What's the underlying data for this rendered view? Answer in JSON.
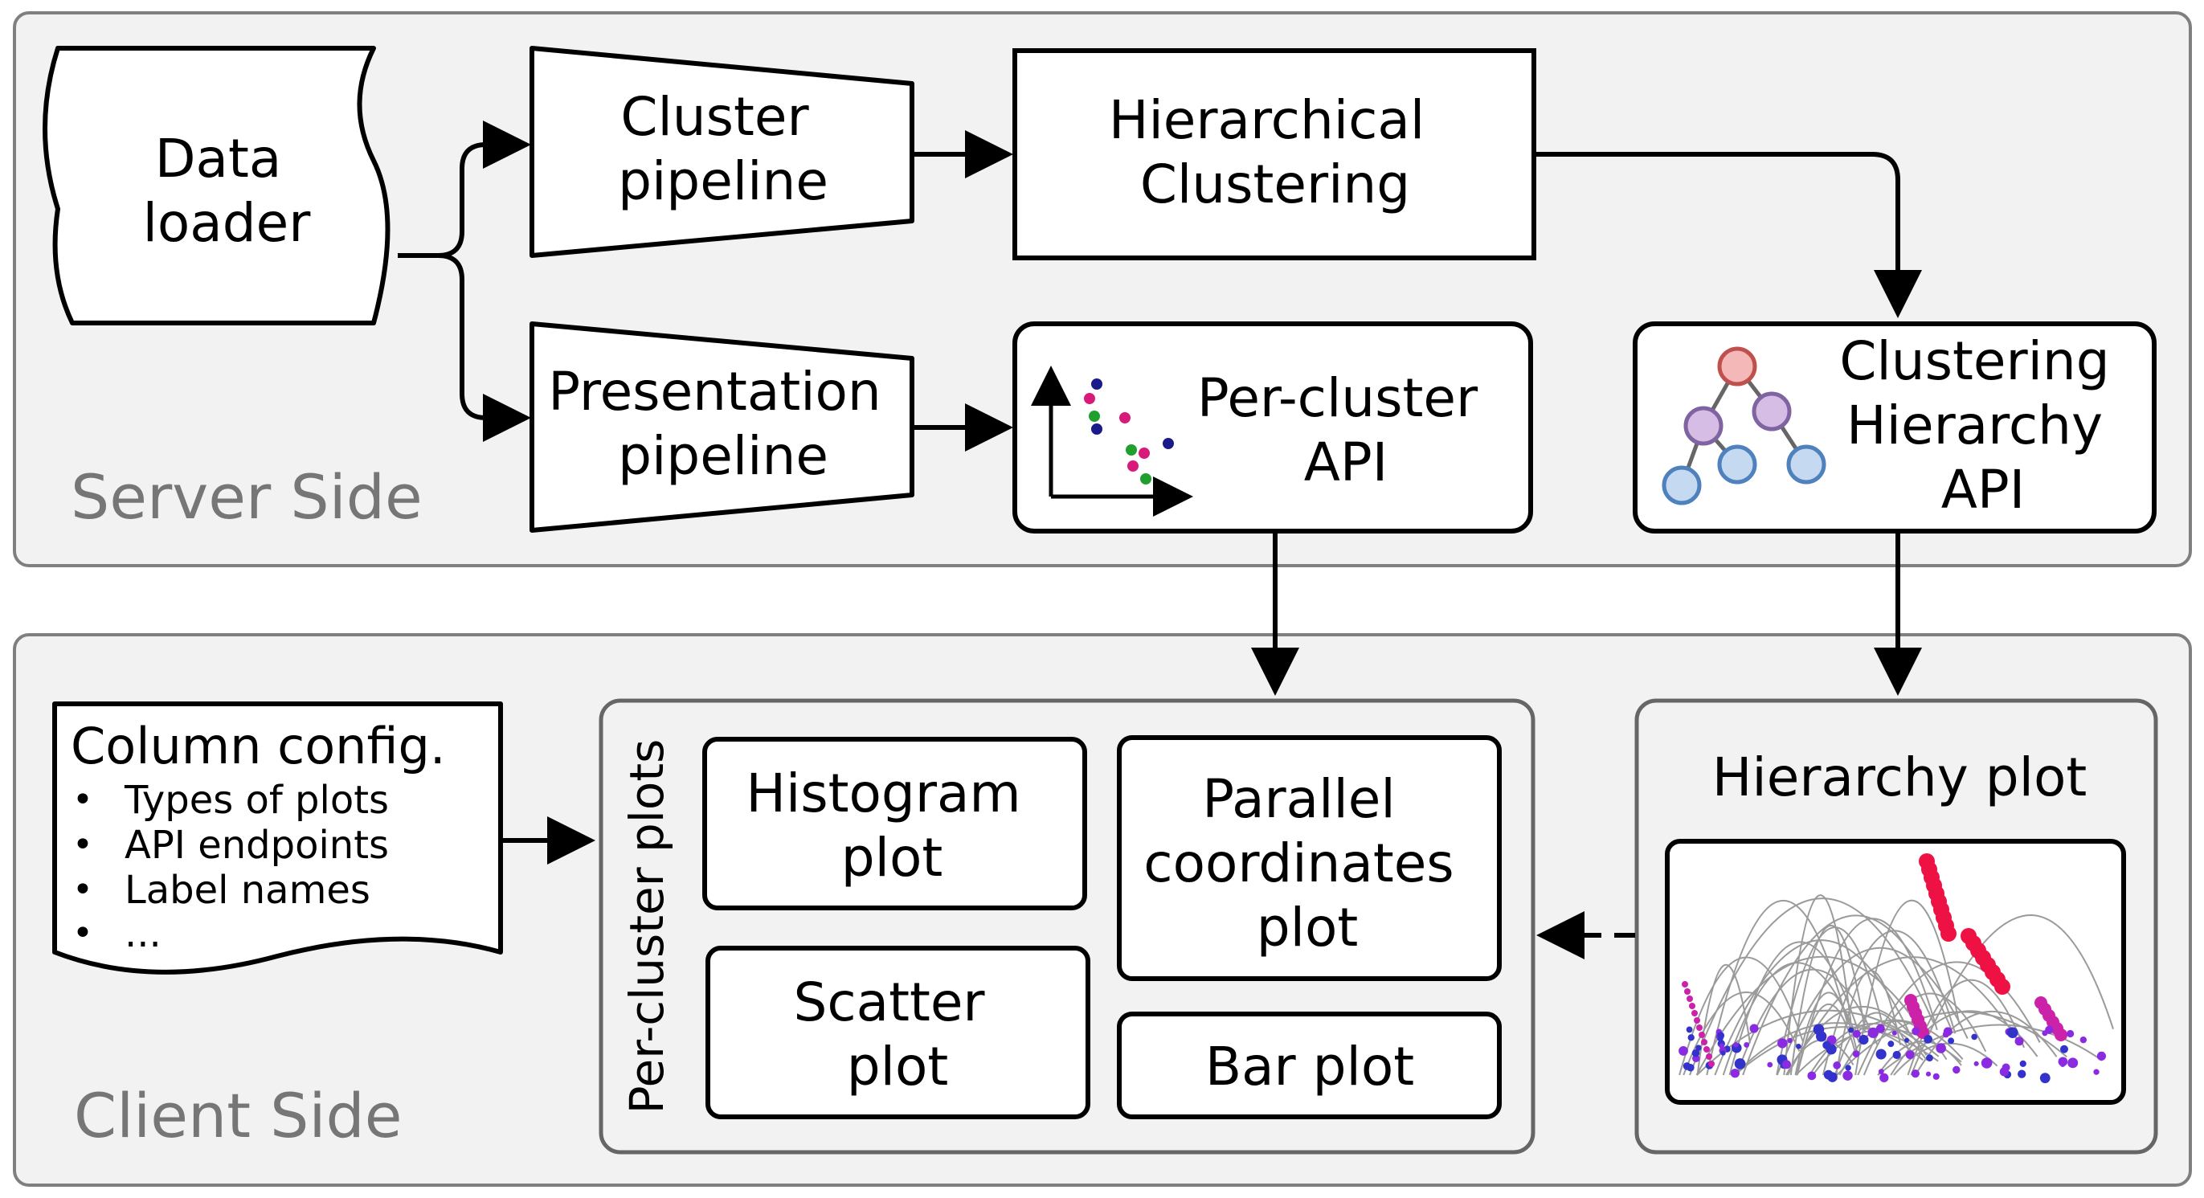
{
  "server_side": {
    "label": "Server Side"
  },
  "client_side": {
    "label": "Client Side"
  },
  "nodes": {
    "data_loader": {
      "lines": [
        "Data",
        "loader"
      ]
    },
    "cluster_pipeline": {
      "lines": [
        "Cluster",
        "pipeline"
      ]
    },
    "presentation_pipeline": {
      "lines": [
        "Presentation",
        "pipeline"
      ]
    },
    "hierarchical_clustering": {
      "lines": [
        "Hierarchical",
        "Clustering"
      ]
    },
    "per_cluster_api": {
      "lines": [
        "Per-cluster",
        "API"
      ]
    },
    "clustering_hierarchy_api": {
      "lines": [
        "Clustering",
        "Hierarchy",
        "API"
      ]
    },
    "column_config": {
      "title": "Column config.",
      "items": [
        "Types of plots",
        "API endpoints",
        "Label names",
        "..."
      ]
    },
    "per_cluster_plots": {
      "label": "Per-cluster plots",
      "histogram": {
        "lines": [
          "Histogram",
          "plot"
        ]
      },
      "parallel": {
        "lines": [
          "Parallel",
          "coordinates",
          "plot"
        ]
      },
      "scatter": {
        "lines": [
          "Scatter",
          "plot"
        ]
      },
      "bar": {
        "lines": [
          "Bar plot"
        ]
      }
    },
    "hierarchy_plot": {
      "title": "Hierarchy plot"
    }
  },
  "colors": {
    "panel_fill": "#f2f2f2",
    "panel_border": "#7f7f7f",
    "muted_label": "#767676",
    "tree_root": "#f4b8b8",
    "tree_root_stroke": "#c0504d",
    "tree_mid": "#d6bde5",
    "tree_mid_stroke": "#8064a2",
    "tree_leaf": "#c5d9f1",
    "tree_leaf_stroke": "#4f81bd",
    "scatter_navy": "#1a1a8a",
    "scatter_pink": "#d81b7a",
    "scatter_green": "#1fa02e",
    "dendro_red": "#ee1144",
    "dendro_magenta": "#cc22aa",
    "dendro_purple": "#8a2be2",
    "dendro_blue": "#3333cc"
  }
}
